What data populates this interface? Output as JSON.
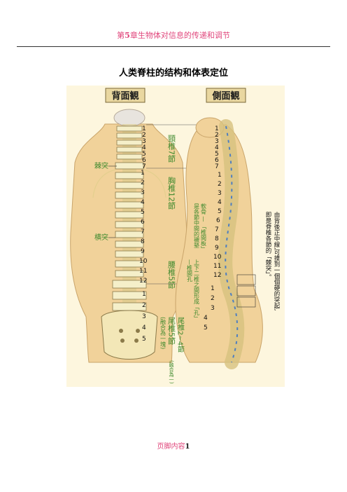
{
  "header": {
    "text_before": "第",
    "chapter_number": "5",
    "text_after": "章生物体对信息的传递和调节"
  },
  "title": "人类脊柱的结构和体表定位",
  "figure": {
    "back_view_heading": "背面観",
    "side_view_heading": "側面観",
    "cervical_label": "頸椎7節",
    "thoracic_label": "胸椎12節",
    "lumbar_label": "腰椎5節",
    "sacral_label": "尾椎5節",
    "sacral_note": "(融合為一塊)",
    "coccyx_label": "尾椎2~4節",
    "coccyx_note": "(融合為一)",
    "spinous_label": "棘突",
    "transverse_label": "横突",
    "disc_label_a": "軟骨 — 「椎間板」",
    "disc_label_b": "是各節中間的襯墊",
    "foramen_label_a": "上下二椎之間形成「孔」",
    "foramen_label_b": "—椎間孔",
    "right_note_a": "由背後正中線,可摸到一個個硬的突起,",
    "right_note_b": "即是脊椎各節的「棘突」。",
    "cervical_numbers": [
      "1",
      "2",
      "3",
      "4",
      "5",
      "6",
      "7"
    ],
    "thoracic_numbers": [
      "1",
      "2",
      "3",
      "4",
      "5",
      "6",
      "7",
      "8",
      "9",
      "10",
      "11",
      "12"
    ],
    "lumbar_numbers": [
      "1",
      "2",
      "3",
      "4",
      "5"
    ]
  },
  "footer": {
    "text": "页脚内容",
    "page_number": "1"
  },
  "colors": {
    "accent": "#e0457b",
    "label_green": "#3f8a2e",
    "skin": "#f1d29a",
    "bone": "#f5efc9",
    "disc": "#4f7fc0"
  }
}
